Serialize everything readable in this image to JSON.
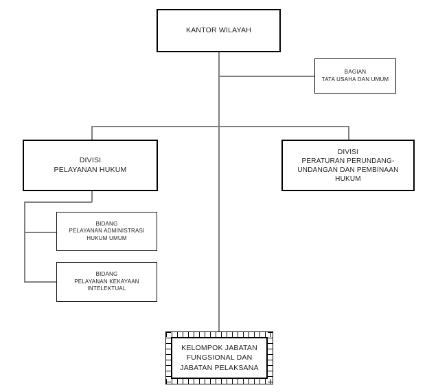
{
  "diagram": {
    "type": "organizational-chart",
    "nodes": {
      "kantor_wilayah": {
        "lines": [
          "KANTOR WILAYAH"
        ]
      },
      "bagian_tata_usaha": {
        "lines": [
          "BAGIAN",
          "TATA USAHA DAN UMUM"
        ]
      },
      "divisi_pelayanan_hukum": {
        "lines": [
          "DIVISI",
          "PELAYANAN HUKUM"
        ]
      },
      "divisi_peraturan": {
        "lines": [
          "DIVISI",
          "PERATURAN PERUNDANG-",
          "UNDANGAN DAN PEMBINAAN",
          "HUKUM"
        ]
      },
      "bidang_administrasi": {
        "lines": [
          "BIDANG",
          "PELAYANAN ADMINISTRASI",
          "HUKUM UMUM"
        ]
      },
      "bidang_kekayaan": {
        "lines": [
          "BIDANG",
          "PELAYANAN KEKAYAAN",
          "INTELEKTUAL"
        ]
      },
      "kelompok_jabatan": {
        "lines": [
          "KELOMPOK JABATAN",
          "FUNGSIONAL DAN",
          "JABATAN PELAKSANA"
        ]
      }
    },
    "edges": [
      {
        "from": "kantor_wilayah",
        "to": "bagian_tata_usaha"
      },
      {
        "from": "kantor_wilayah",
        "to": "divisi_pelayanan_hukum"
      },
      {
        "from": "kantor_wilayah",
        "to": "divisi_peraturan"
      },
      {
        "from": "kantor_wilayah",
        "to": "kelompok_jabatan"
      },
      {
        "from": "divisi_pelayanan_hukum",
        "to": "bidang_administrasi"
      },
      {
        "from": "divisi_pelayanan_hukum",
        "to": "bidang_kekayaan"
      }
    ],
    "colors": {
      "box_border": "#000000",
      "connector": "#7f7f7f",
      "text": "#1a1a1a",
      "background": "#ffffff"
    }
  }
}
